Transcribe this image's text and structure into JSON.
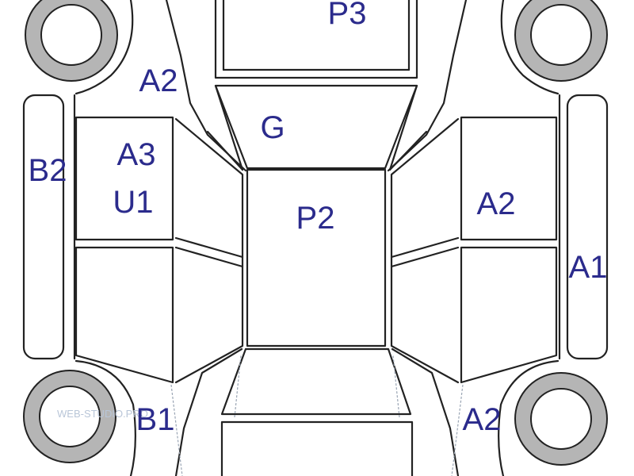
{
  "diagram": {
    "panels": {
      "p3": "P3",
      "a2_front_left": "A2",
      "g": "G",
      "a3": "A3",
      "u1": "U1",
      "b2": "B2",
      "p2": "P2",
      "a2_right_front": "A2",
      "a1": "A1",
      "b1": "B1",
      "a2_rear_right": "A2"
    },
    "watermark": "WEB-STUDIO.PRO",
    "colors": {
      "label": "#2b2b8c",
      "outline": "#222222",
      "tire": "#b5b5b5",
      "background": "#ffffff"
    }
  }
}
